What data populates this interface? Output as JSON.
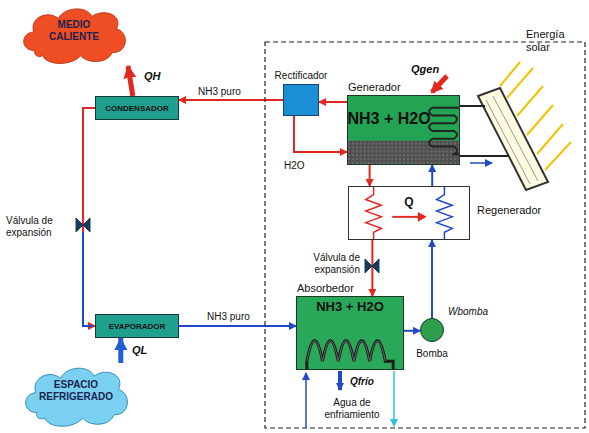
{
  "diagram": {
    "nodes": [
      {
        "text": [
          "MEDIO CALIENTE"
        ]
      },
      {
        "text": [
          "CONDENSADOR"
        ]
      },
      {
        "text": [
          "Rectificador"
        ]
      },
      {
        "text": [
          "Generador",
          "NH3 + H2O"
        ]
      },
      {
        "text": [
          "Q",
          "Regenerador"
        ]
      },
      {
        "text": [
          "EVAPORADOR"
        ]
      },
      {
        "text": [
          "Absorbedor",
          "NH3 + H2O"
        ]
      },
      {
        "text": [
          "Bomba"
        ]
      },
      {
        "text": [
          "ESPACIO REFRIGERADO"
        ]
      }
    ],
    "edges": [
      {
        "from": 1,
        "to": 0,
        "label": "QH",
        "arrow": "to"
      },
      {
        "from": 3,
        "to": 2,
        "arrow": "to"
      },
      {
        "from": 2,
        "to": 1,
        "label": "NH3 puro",
        "arrow": "to"
      },
      {
        "from": 2,
        "to": 3,
        "label": "H2O",
        "arrow": "to"
      },
      {
        "from": 1,
        "to": 5,
        "arrow": "to"
      },
      {
        "from": 8,
        "to": 5,
        "label": "QL",
        "arrow": "to"
      },
      {
        "from": 5,
        "to": 6,
        "label": "NH3 puro",
        "arrow": "to"
      },
      {
        "from": 3,
        "to": 4,
        "arrow": "to"
      },
      {
        "from": 4,
        "to": 6,
        "arrow": "to"
      },
      {
        "from": 6,
        "to": 7,
        "arrow": "to"
      },
      {
        "from": 7,
        "to": 4,
        "arrow": "to"
      },
      {
        "from": 4,
        "to": 3,
        "arrow": "to"
      }
    ],
    "labels": [
      "Qgen",
      "Energía solar",
      "Válvula de expansión",
      "Válvula de expansión",
      "Qfrío",
      "Agua de enfriamiento",
      "Wbomba"
    ]
  }
}
